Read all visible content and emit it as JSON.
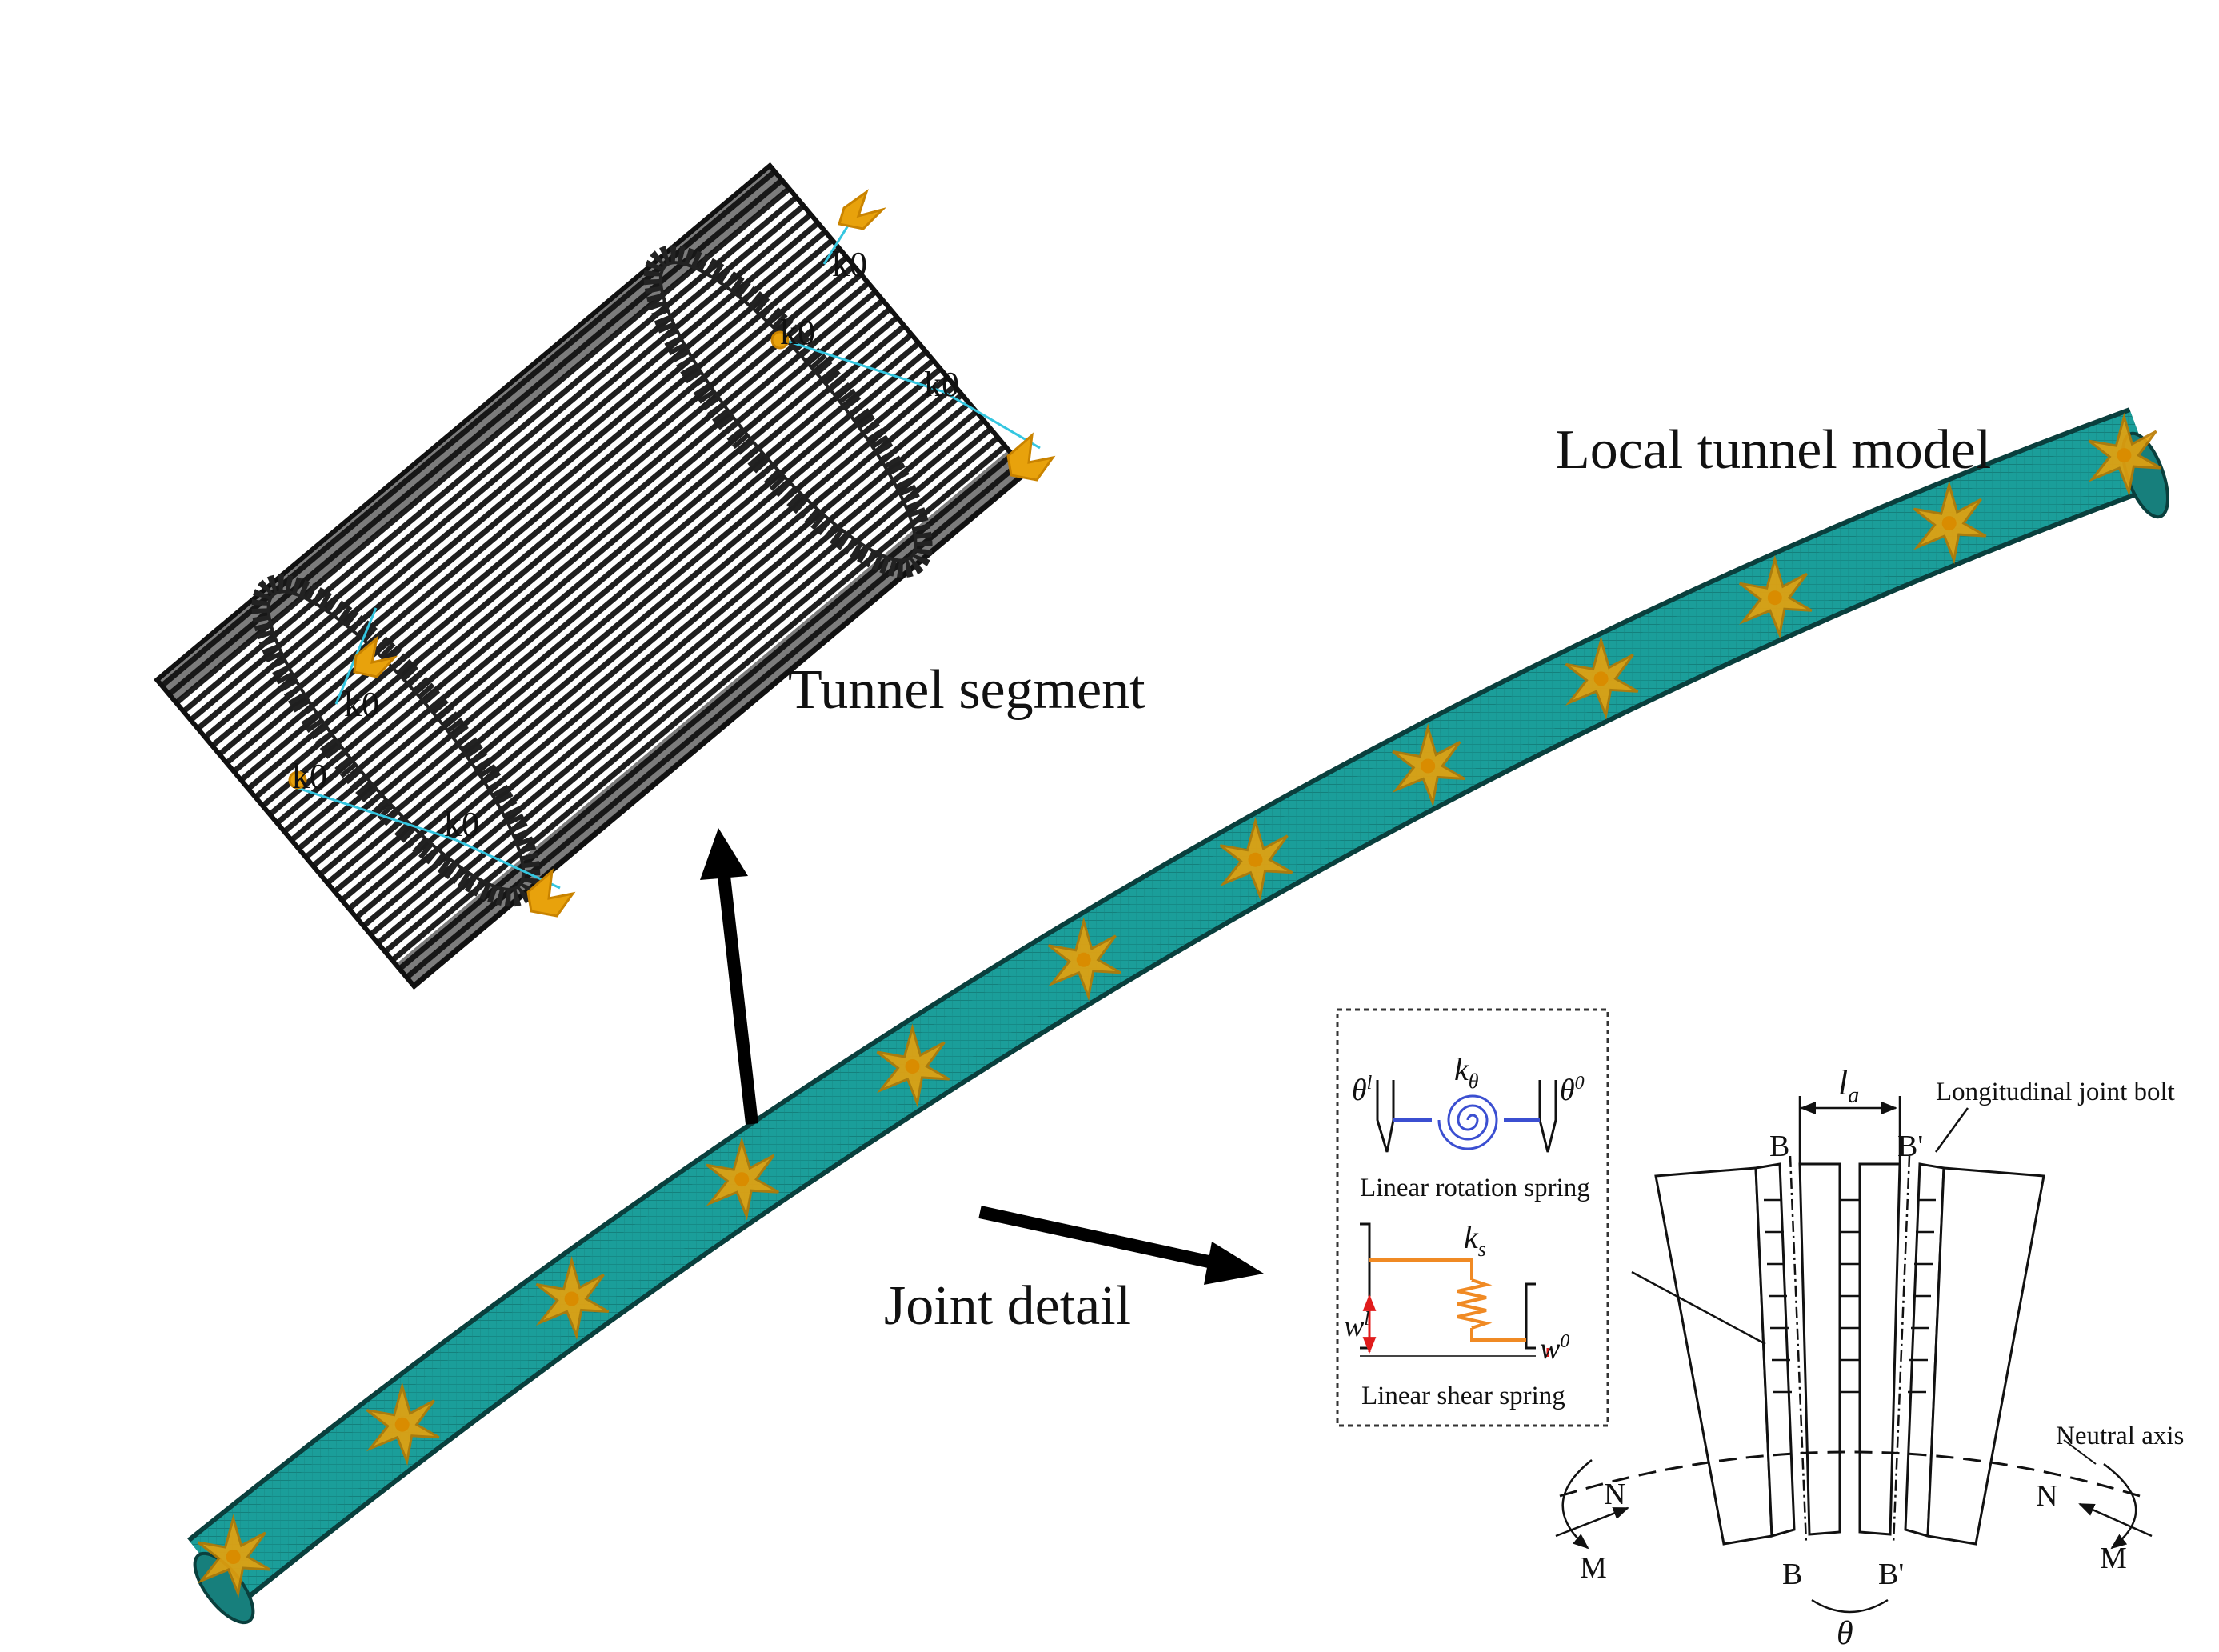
{
  "labels": {
    "tunnel_segment": "Tunnel segment",
    "local_tunnel_model": "Local tunnel model",
    "joint_detail": "Joint detail"
  },
  "segment_node_labels": [
    "k0",
    "k0",
    "k0",
    "k0",
    "k0",
    "k0"
  ],
  "inset": {
    "rotation_spring_caption": "Linear rotation spring",
    "shear_spring_caption": "Linear shear spring",
    "theta_l": "θ",
    "theta_l_sup": "l",
    "theta_0": "θ",
    "theta_0_sup": "0",
    "k_theta": "k",
    "k_theta_sub": "θ",
    "k_s": "k",
    "k_s_sub": "s",
    "w_l": "w",
    "w_l_sup": "l",
    "w_0": "w",
    "w_0_sup": "0"
  },
  "joint": {
    "la": "l",
    "la_sub": "a",
    "bolt_label": "Longitudinal joint bolt",
    "neutral_axis": "Neutral axis",
    "B_top": "B",
    "B_prime_top": "B'",
    "B_bottom": "B",
    "B_prime_bottom": "B'",
    "theta": "θ",
    "N_left": "N",
    "M_left": "M",
    "N_right": "N",
    "M_right": "M"
  },
  "colors": {
    "tunnel_fill": "#1b9e9a",
    "tunnel_edge": "#0c5f5c",
    "spring_mark": "#e8a20c",
    "mesh_line": "#1a1a1a",
    "rotation_spring": "#3b4fd1",
    "shear_spring": "#f08a24",
    "shear_marker": "#e01b1b"
  }
}
